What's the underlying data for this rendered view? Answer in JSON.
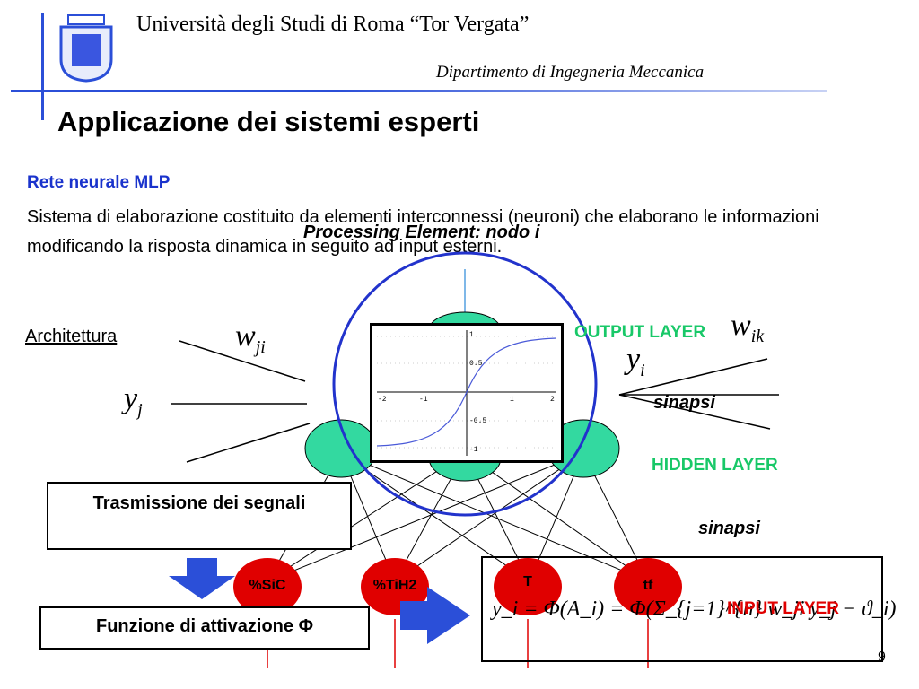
{
  "header": {
    "university": "Università degli Studi di Roma “Tor Vergata”",
    "department": "Dipartimento di Ingegneria Meccanica"
  },
  "slide": {
    "title": "Applicazione dei sistemi esperti",
    "subtitle": "Rete neurale MLP",
    "body": "Sistema di elaborazione costituito da elementi interconnessi (neuroni) che elaborano le informazioni modificando la risposta dinamica in seguito ad input esterni.",
    "page": "9"
  },
  "diagram": {
    "architecture": "Architettura",
    "processing_element": "Processing Element: nodo i",
    "output_layer": "OUTPUT LAYER",
    "hidden_layer": "HIDDEN LAYER",
    "input_layer": "INPUT LAYER",
    "synapse_top": "sinapsi",
    "synapse_bottom": "sinapsi",
    "transmission": "Trasmissione dei segnali",
    "activation": "Funzione di attivazione Φ",
    "w_ji": "w",
    "w_ji_sub": "ji",
    "y_j": "y",
    "y_j_sub": "j",
    "y_i": "y",
    "y_i_sub": "i",
    "w_ik": "w",
    "w_ik_sub": "ik",
    "inputs": [
      "%SiC",
      "%TiH2",
      "T",
      "tf"
    ],
    "formula": "y_i = Φ(A_i) = Φ(Σ_{j=1}^{n} w_ji y_j − ϑ_i)"
  },
  "plot": {
    "x_ticks": [
      "-2",
      "-1",
      "1",
      "2"
    ],
    "y_ticks": [
      "1",
      "0.5",
      "-0.5",
      "-1"
    ]
  },
  "colors": {
    "blue_rule": "#2b4fd8",
    "title_blue": "#1a33cc",
    "green": "#18c868",
    "red": "#e00000",
    "node_green": "#33d9a0"
  }
}
